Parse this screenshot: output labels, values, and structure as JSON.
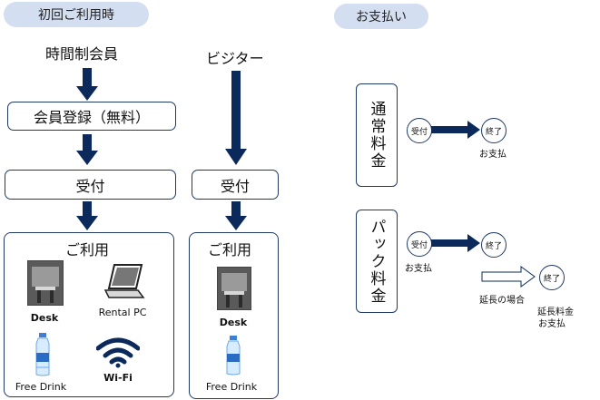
{
  "first_time": {
    "header": "初回ご利用時",
    "member_type": "時間制会員",
    "visitor_type": "ビジター",
    "registration": "会員登録（無料）",
    "reception": "受付",
    "visitor_reception": "受付",
    "usage_title": "ご利用",
    "visitor_usage_title": "ご利用",
    "items": {
      "desk": "Desk",
      "rental_pc": "Rental PC",
      "free_drink": "Free Drink",
      "wifi": "Wi-Fi"
    },
    "visitor_items": {
      "desk": "Desk",
      "free_drink": "Free Drink"
    }
  },
  "payment": {
    "header": "お支払い",
    "normal_plan": "通常料金",
    "pack_plan": "パック料金",
    "reception": "受付",
    "end": "終了",
    "pay": "お支払",
    "extension": "延長の場合",
    "extension_fee": "延長料金",
    "extension_pay": "お支払"
  },
  "colors": {
    "accent": "#0b2a5b",
    "pill_bg": "#d3def0",
    "border": "#1f3a63"
  }
}
